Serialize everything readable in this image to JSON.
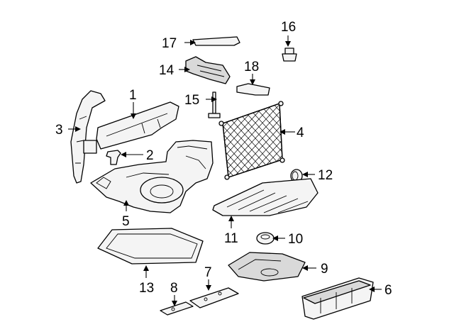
{
  "diagram": {
    "type": "exploded-parts-diagram",
    "callouts": {
      "c1": "1",
      "c2": "2",
      "c3": "3",
      "c4": "4",
      "c5": "5",
      "c6": "6",
      "c7": "7",
      "c8": "8",
      "c9": "9",
      "c10": "10",
      "c11": "11",
      "c12": "12",
      "c13": "13",
      "c14": "14",
      "c15": "15",
      "c16": "16",
      "c17": "17",
      "c18": "18"
    }
  }
}
